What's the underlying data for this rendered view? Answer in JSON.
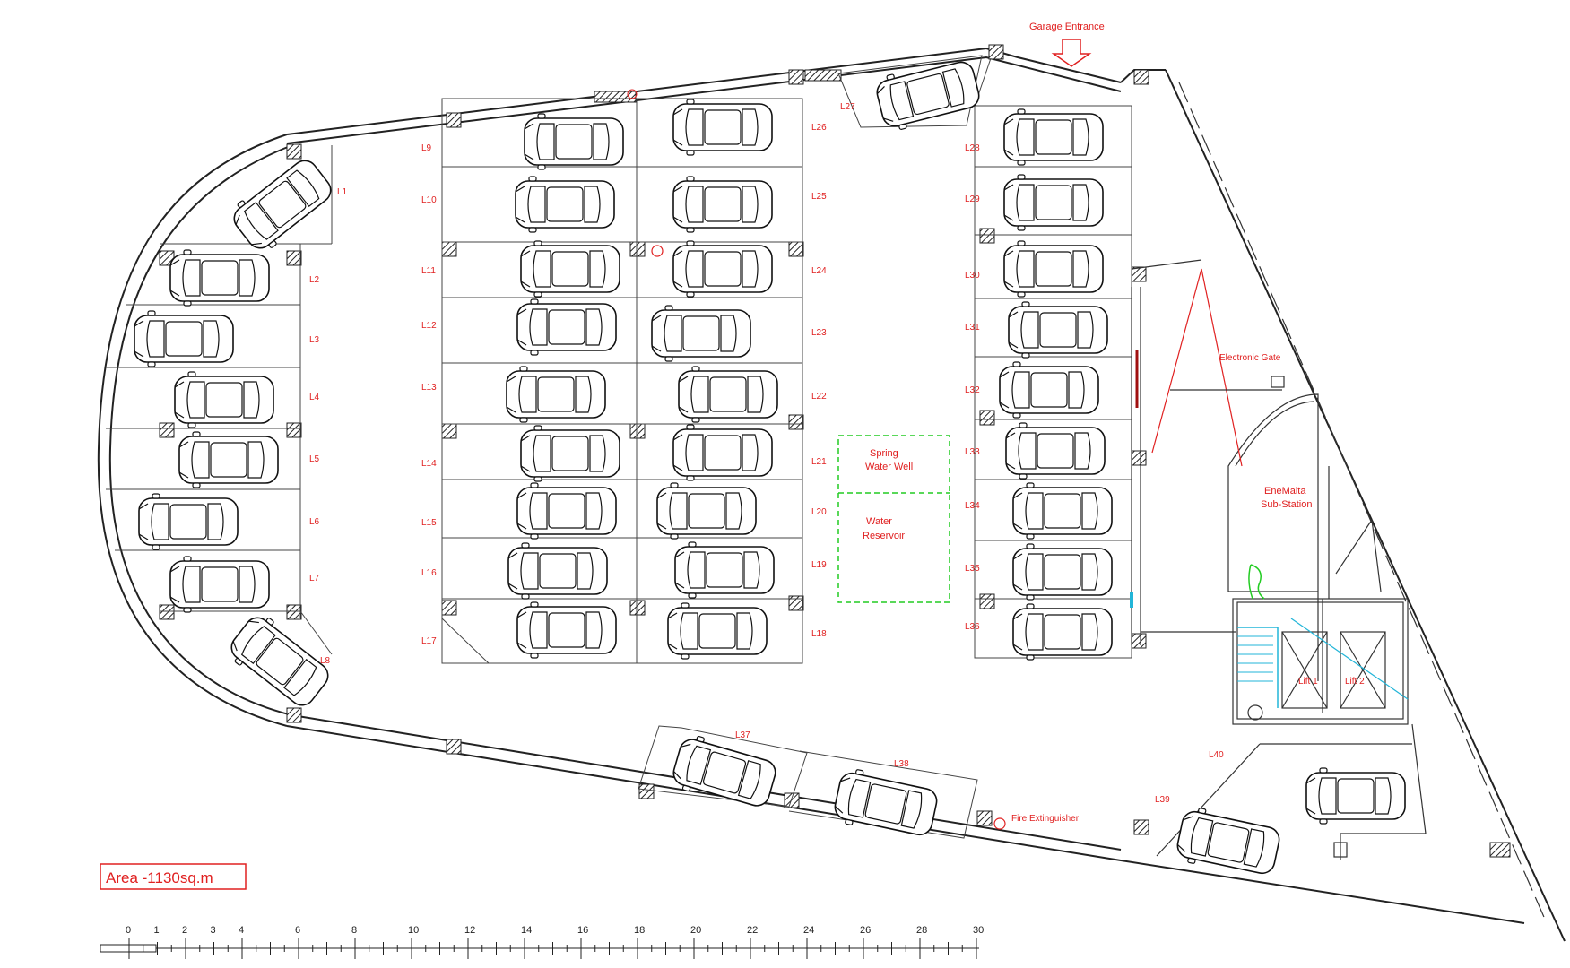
{
  "labels": {
    "garage_entrance": "Garage Entrance",
    "electronic_gate": "Electronic Gate",
    "spring_well_1": "Spring",
    "spring_well_2": "Water Well",
    "reservoir_1": "Water",
    "reservoir_2": "Reservoir",
    "substation_1": "EneMalta",
    "substation_2": "Sub-Station",
    "fire_extinguisher": "Fire Extinguisher",
    "lift_1": "Lift 1",
    "lift_2": "Lift 2",
    "area": "Area -1130sq.m"
  },
  "bays": [
    "L1",
    "L2",
    "L3",
    "L4",
    "L5",
    "L6",
    "L7",
    "L8",
    "L9",
    "L10",
    "L11",
    "L12",
    "L13",
    "L14",
    "L15",
    "L16",
    "L17",
    "L18",
    "L19",
    "L20",
    "L21",
    "L22",
    "L23",
    "L24",
    "L25",
    "L26",
    "L27",
    "L28",
    "L29",
    "L30",
    "L31",
    "L32",
    "L33",
    "L34",
    "L35",
    "L36",
    "L37",
    "L38",
    "L39",
    "L40"
  ],
  "scale": {
    "ticks": [
      "0",
      "1",
      "2",
      "3",
      "4",
      "6",
      "8",
      "10",
      "12",
      "14",
      "16",
      "18",
      "20",
      "22",
      "24",
      "26",
      "28",
      "30"
    ]
  },
  "colors": {
    "annotation": "#e02020",
    "water_zone": "#22cc22",
    "stair_accent": "#22b5d8",
    "walls": "#222222"
  }
}
